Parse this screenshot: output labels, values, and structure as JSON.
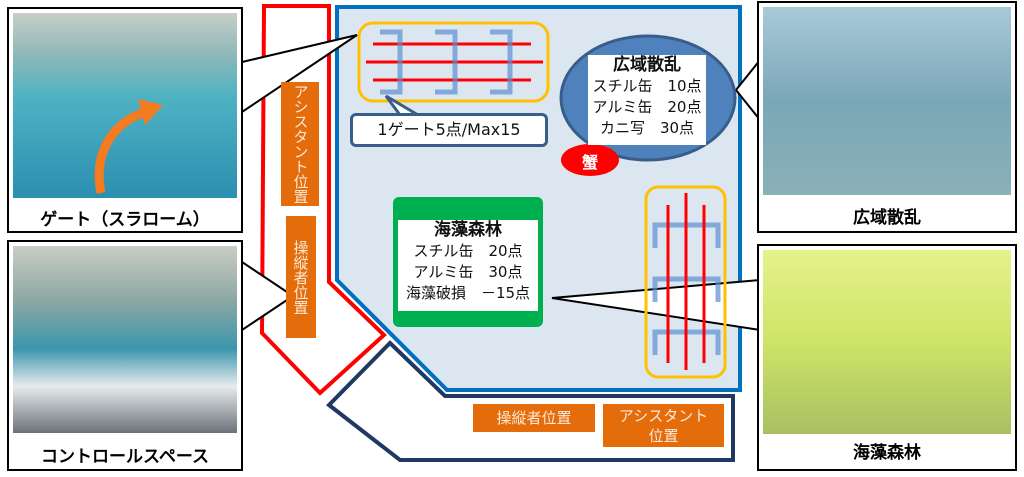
{
  "photos": {
    "gate": {
      "caption": "ゲート（スラローム）"
    },
    "control": {
      "caption": "コントロールスペース"
    },
    "scatter": {
      "caption": "広域散乱"
    },
    "seaweed": {
      "caption": "海藻森林"
    }
  },
  "positions": {
    "assistant_vertical": "アシスタント位置",
    "operator_vertical": "操縦者位置",
    "operator_bottom": "操縦者位置",
    "assistant_bottom_line1": "アシスタント",
    "assistant_bottom_line2": "位置"
  },
  "gate": {
    "label": "1ゲート5点/Max15"
  },
  "scatter_zone": {
    "title": "広域散乱",
    "rows": [
      "スチル缶　10点",
      "アルミ缶　20点",
      "カニ写　30点"
    ],
    "crab_badge": "蟹"
  },
  "seaweed_zone": {
    "title": "海藻森林",
    "rows": [
      "スチル缶　20点",
      "アルミ缶　30点",
      "海藻破損　－15点"
    ]
  },
  "colors": {
    "field": "#dce6f1",
    "field_border": "#0070c0",
    "operator_zone": "#ff0000",
    "assistant_zone": "#1f3864",
    "orange": "#e46c0a",
    "green": "#00b050",
    "gate_frame": "#ffc000"
  }
}
